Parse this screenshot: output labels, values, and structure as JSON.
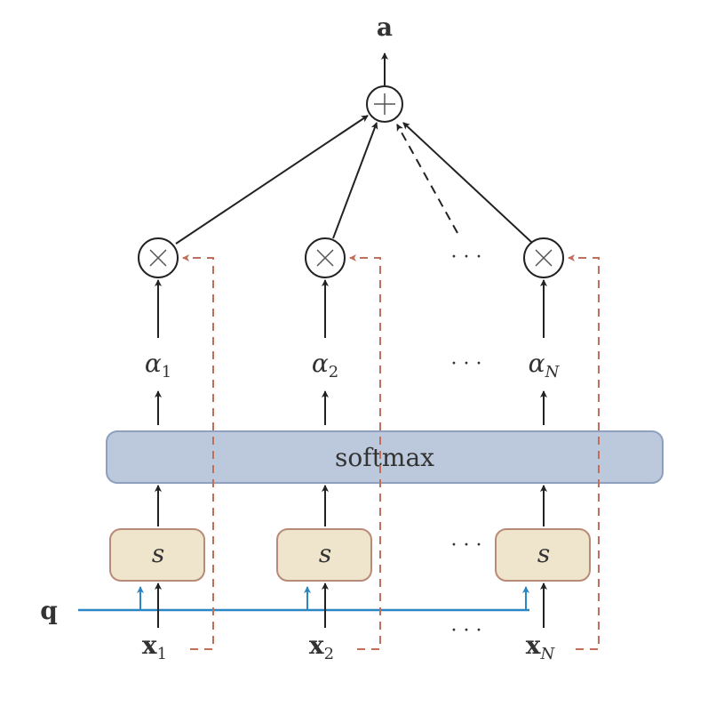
{
  "output_label": "a",
  "plus_symbol": "+",
  "times_symbol": "×",
  "softmax_label": "softmax",
  "score_label": "s",
  "query_label": "q",
  "ellipsis": "· · ·",
  "columns": [
    {
      "x_base": "x",
      "x_sub": "1",
      "alpha_base": "α",
      "alpha_sub": "1"
    },
    {
      "x_base": "x",
      "x_sub": "2",
      "alpha_base": "α",
      "alpha_sub": "2"
    },
    {
      "x_base": "x",
      "x_sub": "N",
      "alpha_base": "α",
      "alpha_sub": "N"
    }
  ],
  "colors": {
    "softmax_fill": "#bcc8db",
    "score_fill": "#efe5cc",
    "query_line": "#2d86c4",
    "value_dash": "#c0705a"
  }
}
